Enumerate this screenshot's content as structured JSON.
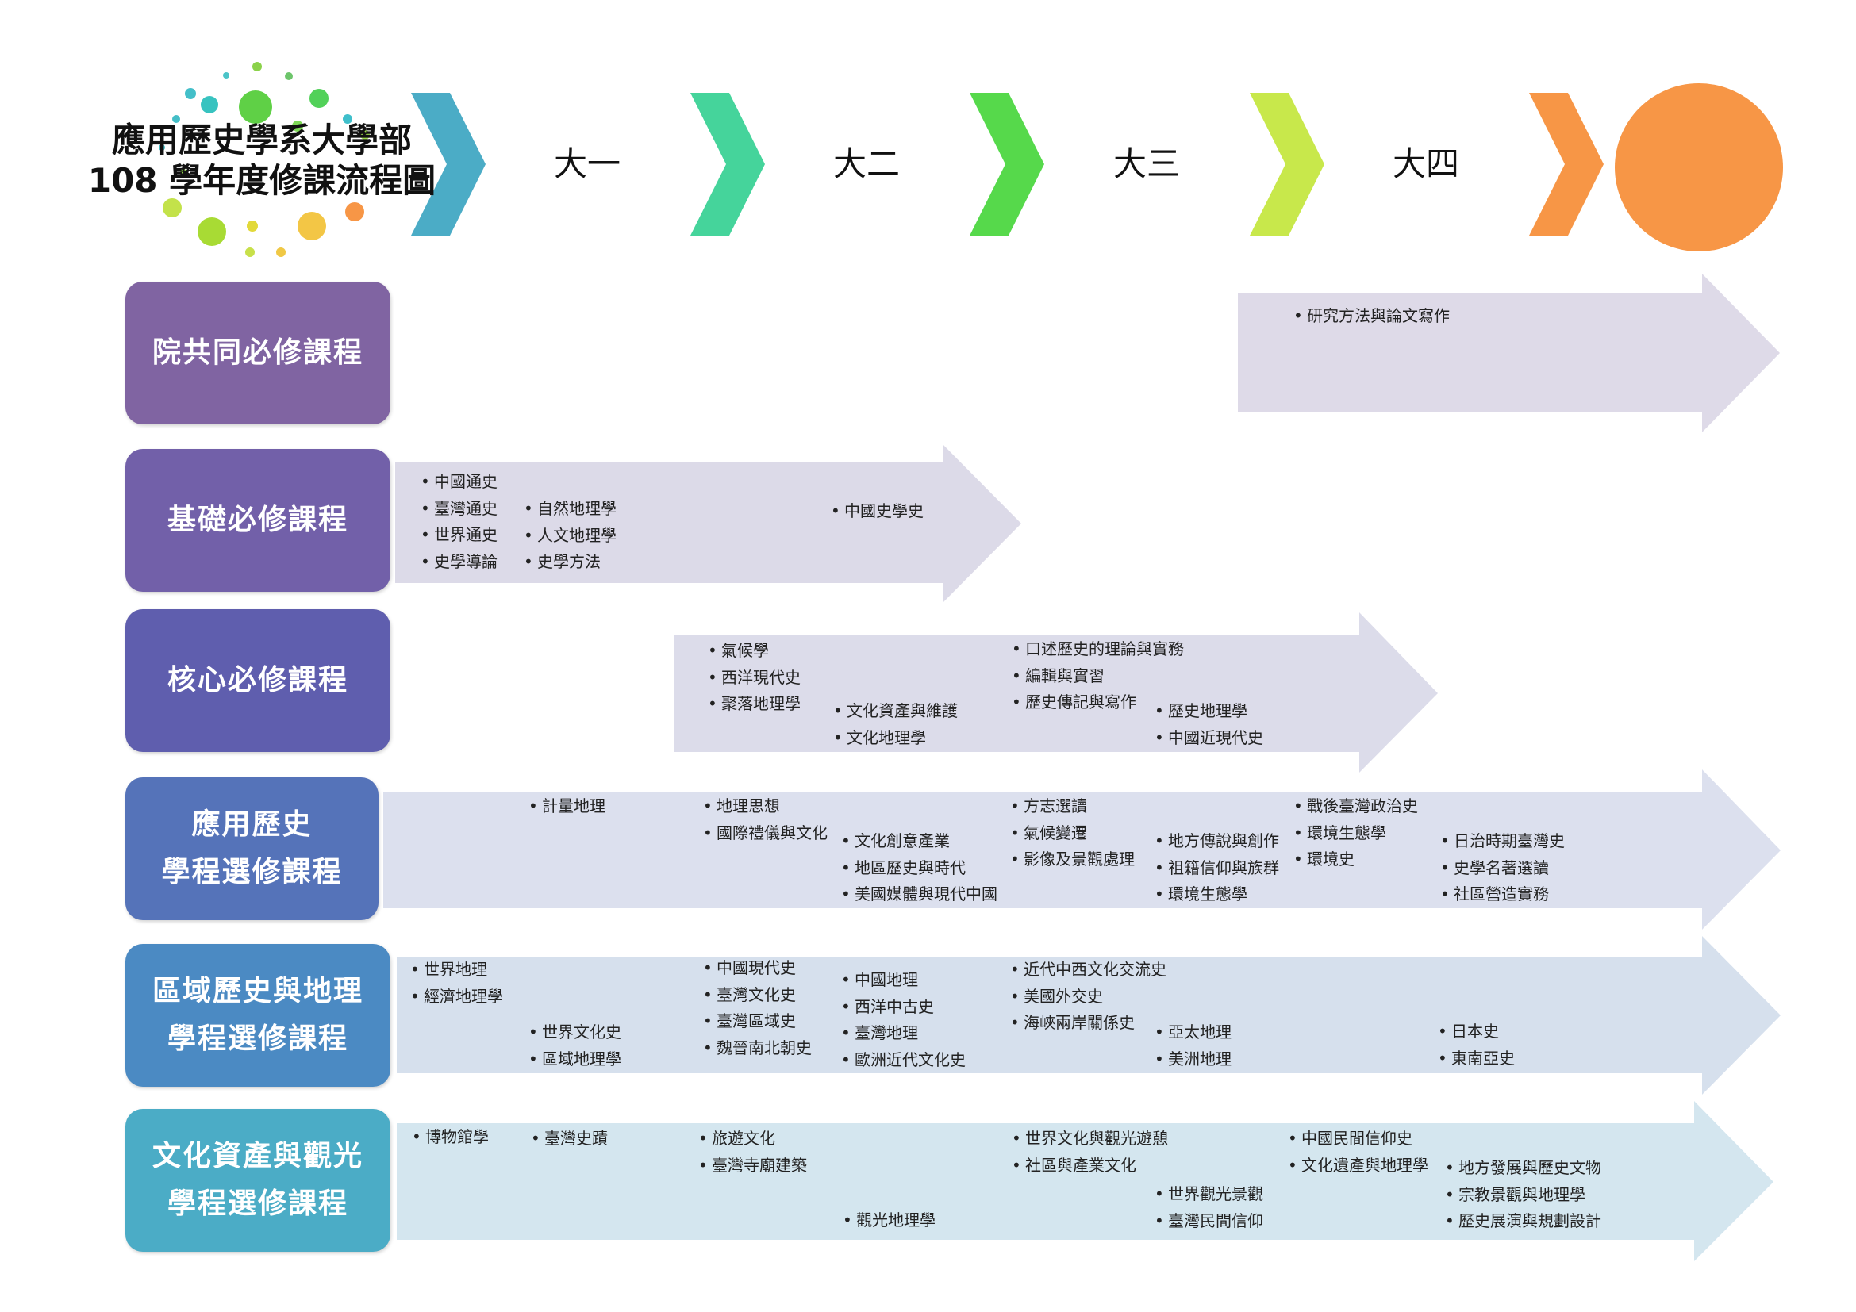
{
  "title": {
    "line1": "應用歷史學系大學部",
    "line2": "108 學年度修課流程圖"
  },
  "years": [
    "大一",
    "大二",
    "大三",
    "大四"
  ],
  "colors": {
    "chevrons": [
      "#4BACC6",
      "#45D49B",
      "#56D94B",
      "#C8E84B",
      "#F79646"
    ],
    "circle": "#F79646",
    "labels": [
      "#8064A2",
      "#7260A9",
      "#5F5EAE",
      "#5573B9",
      "#4B8AC3",
      "#4BACC6"
    ],
    "arrows": [
      "#DEDAE8",
      "#DCDAE8",
      "#DCDCEA",
      "#DCE0EE",
      "#D6E0ED",
      "#D4E6EF"
    ]
  },
  "rows": [
    {
      "label": [
        "院共同必修課程"
      ],
      "groups": [
        [
          "研究方法與論文寫作"
        ]
      ]
    },
    {
      "label": [
        "基礎必修課程"
      ],
      "groups": [
        [
          "中國通史",
          "臺灣通史",
          "世界通史",
          "史學導論"
        ],
        [
          "自然地理學",
          "人文地理學",
          "史學方法"
        ],
        [
          "中國史學史"
        ]
      ]
    },
    {
      "label": [
        "核心必修課程"
      ],
      "groups": [
        [
          "氣候學",
          "西洋現代史",
          "聚落地理學"
        ],
        [
          "文化資產與維護",
          "文化地理學"
        ],
        [
          "口述歷史的理論與實務",
          "編輯與實習",
          "歷史傳記與寫作"
        ],
        [
          "歷史地理學",
          "中國近現代史"
        ]
      ]
    },
    {
      "label": [
        "應用歷史",
        "學程選修課程"
      ],
      "groups": [
        [
          "計量地理"
        ],
        [
          "地理思想",
          "國際禮儀與文化"
        ],
        [
          "文化創意產業",
          "地區歷史與時代",
          "美國媒體與現代中國"
        ],
        [
          "方志選讀",
          "氣候變遷",
          "影像及景觀處理"
        ],
        [
          "地方傳說與創作",
          "祖籍信仰與族群",
          "環境生態學"
        ],
        [
          "戰後臺灣政治史",
          "環境生態學",
          "環境史"
        ],
        [
          "日治時期臺灣史",
          "史學名著選讀",
          "社區營造實務"
        ]
      ]
    },
    {
      "label": [
        "區域歷史與地理",
        "學程選修課程"
      ],
      "groups": [
        [
          "世界地理",
          "經濟地理學"
        ],
        [
          "世界文化史",
          "區域地理學"
        ],
        [
          "中國現代史",
          "臺灣文化史",
          "臺灣區域史",
          "魏晉南北朝史"
        ],
        [
          "中國地理",
          "西洋中古史",
          "臺灣地理",
          "歐洲近代文化史"
        ],
        [
          "近代中西文化交流史",
          "美國外交史",
          "海峽兩岸關係史"
        ],
        [
          "亞太地理",
          "美洲地理"
        ],
        [
          "日本史",
          "東南亞史"
        ]
      ]
    },
    {
      "label": [
        "文化資產與觀光",
        "學程選修課程"
      ],
      "groups": [
        [
          "博物館學"
        ],
        [
          "臺灣史蹟"
        ],
        [
          "旅遊文化",
          "臺灣寺廟建築"
        ],
        [
          "觀光地理學"
        ],
        [
          "世界文化與觀光遊憩",
          "社區與產業文化"
        ],
        [
          "世界觀光景觀",
          "臺灣民間信仰"
        ],
        [
          "中國民間信仰史",
          "文化遺產與地理學"
        ],
        [
          "地方發展與歷史文物",
          "宗教景觀與地理學",
          "歷史展演與規劃設計"
        ]
      ]
    }
  ]
}
